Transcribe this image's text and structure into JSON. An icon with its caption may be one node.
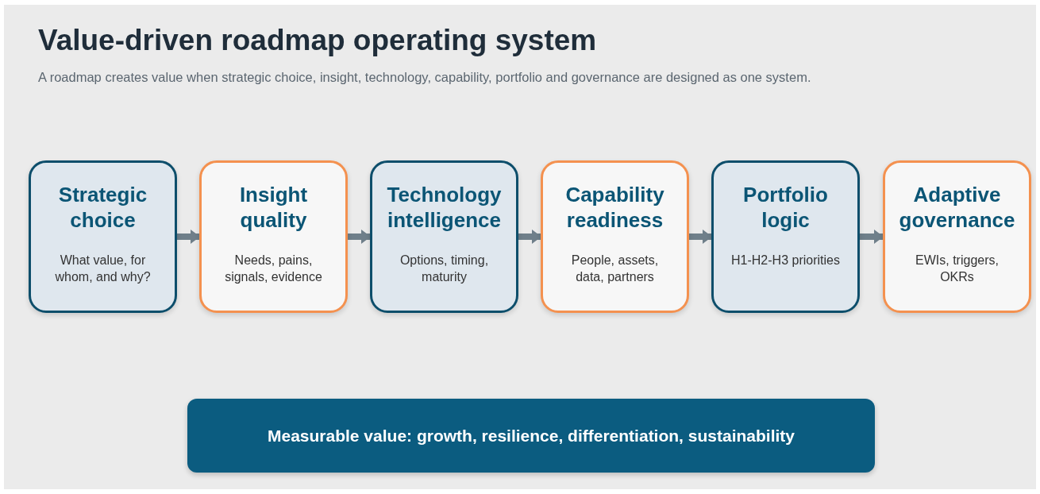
{
  "diagram": {
    "title": "Value-driven roadmap operating system",
    "caption": "A roadmap creates value when strategic choice, insight, technology, capability, portfolio and governance are designed as one system.",
    "nodes": [
      {
        "text": [
          "Strategic choice",
          "What value, for whom, and why?"
        ]
      },
      {
        "text": [
          "Insight quality",
          "Needs, pains, signals, evidence"
        ]
      },
      {
        "text": [
          "Technology intelligence",
          "Options, timing, maturity"
        ]
      },
      {
        "text": [
          "Capability readiness",
          "People, assets, data, partners"
        ]
      },
      {
        "text": [
          "Portfolio logic",
          "H1-H2-H3 priorities"
        ]
      },
      {
        "text": [
          "Adaptive governance",
          "EWIs, triggers, OKRs"
        ]
      },
      {
        "text": [
          "Measurable value: growth, resilience, differentiation, sustainability"
        ]
      }
    ],
    "edges": [
      {
        "from": 0,
        "to": 1,
        "arrow": "to"
      },
      {
        "from": 1,
        "to": 2,
        "arrow": "to"
      },
      {
        "from": 2,
        "to": 3,
        "arrow": "to"
      },
      {
        "from": 3,
        "to": 4,
        "arrow": "to"
      },
      {
        "from": 4,
        "to": 5,
        "arrow": "to"
      }
    ]
  }
}
